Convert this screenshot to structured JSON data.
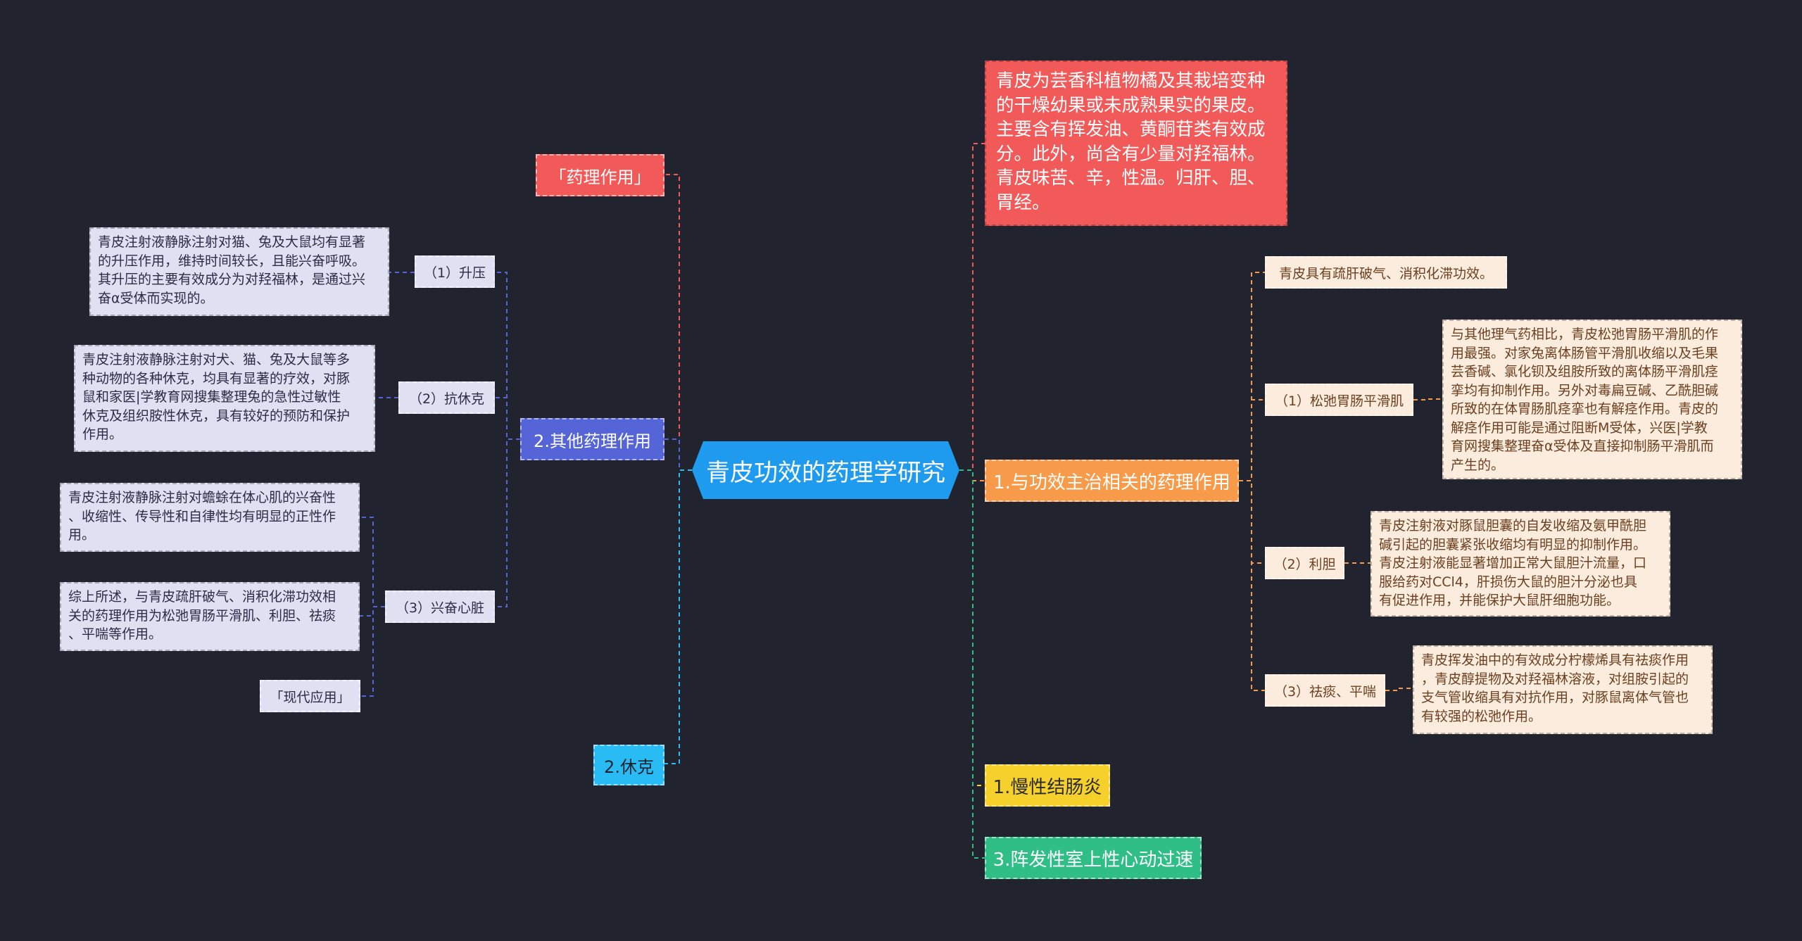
{
  "root": "青皮功效的药理学研究",
  "left": {
    "pharmacology_tag": "「药理作用」",
    "other_effects": "2.其他药理作用",
    "shock": "2.休克",
    "sub1_label": "（1）升压",
    "sub1_text": "青皮注射液静脉注射对猫、兔及大鼠均有显著\n的升压作用，维持时间较长，且能兴奋呼吸。\n其升压的主要有效成分为对羟福林，是通过兴\n奋α受体而实现的。",
    "sub2_label": "（2）抗休克",
    "sub2_text": "青皮注射液静脉注射对犬、猫、兔及大鼠等多\n种动物的各种休克，均具有显著的疗效，对豚\n鼠和家医|学教育网搜集整理兔的急性过敏性\n休克及组织胺性休克，具有较好的预防和保护\n作用。",
    "sub3_label": "（3）兴奋心脏",
    "sub3_text_a": "青皮注射液静脉注射对蟾蜍在体心肌的兴奋性\n、收缩性、传导性和自律性均有明显的正性作\n用。",
    "sub3_text_b": "综上所述，与青皮疏肝破气、消积化滞功效相\n关的药理作用为松弛胃肠平滑肌、利胆、祛痰\n、平喘等作用。",
    "modern_tag": "「现代应用」"
  },
  "right": {
    "intro": "青皮为芸香科植物橘及其栽培变种\n的干燥幼果或未成熟果实的果皮。\n主要含有挥发油、黄酮苷类有效成\n分。此外，尚含有少量对羟福林。\n青皮味苦、辛，性温。归肝、胆、\n胃经。",
    "main_effects": "1.与功效主治相关的药理作用",
    "r_sub0": "青皮具有疏肝破气、消积化滞功效。",
    "r_sub1_label": "（1）松弛胃肠平滑肌",
    "r_sub1_text": "与其他理气药相比，青皮松弛胃肠平滑肌的作\n用最强。对家兔离体肠管平滑肌收缩以及毛果\n芸香碱、氯化钡及组胺所致的离体肠平滑肌痉\n挛均有抑制作用。另外对毒扁豆碱、乙酰胆碱\n所致的在体胃肠肌痉挛也有解痉作用。青皮的\n解痉作用可能是通过阻断M受体，兴医|学教\n育网搜集整理奋α受体及直接抑制肠平滑肌而\n产生的。",
    "r_sub2_label": "（2）利胆",
    "r_sub2_text": "青皮注射液对豚鼠胆囊的自发收缩及氨甲酰胆\n碱引起的胆囊紧张收缩均有明显的抑制作用。\n青皮注射液能显著增加正常大鼠胆汁流量，口\n服给药对CCl4，肝损伤大鼠的胆汁分泌也具\n有促进作用，并能保护大鼠肝细胞功能。",
    "r_sub3_label": "（3）祛痰、平喘",
    "r_sub3_text": "青皮挥发油中的有效成分柠檬烯具有祛痰作用\n，青皮醇提物及对羟福林溶液，对组胺引起的\n支气管收缩具有对抗作用，对豚鼠离体气管也\n有较强的松弛作用。",
    "colitis": "1.慢性结肠炎",
    "tachycardia": "3.阵发性室上性心动过速"
  },
  "colors": {
    "background": "#21232e",
    "root": "#1e9bef",
    "red": "#f25a5a",
    "purple": "#5565d8",
    "cyan": "#29bbf4",
    "orange": "#f79b4a",
    "yellow": "#f6d12b",
    "green": "#2fbf86",
    "lavender": "#dfe1f3",
    "cream": "#fcecdd"
  }
}
